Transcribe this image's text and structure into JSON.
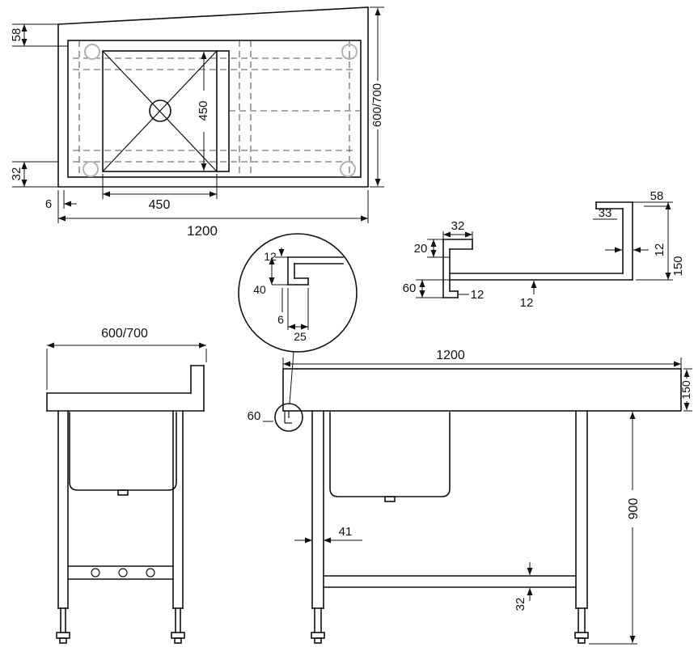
{
  "drawing_type": "sink-bench-technical-drawing",
  "views": {
    "plan": {
      "label_58": "58",
      "label_32": "32",
      "label_6": "6",
      "label_450_width": "450",
      "label_450_depth": "450",
      "label_1200": "1200",
      "label_600_700": "600/700"
    },
    "edge_detail": {
      "label_12": "12",
      "label_40": "40",
      "label_6": "6",
      "label_25": "25"
    },
    "section": {
      "label_32": "32",
      "label_20": "20",
      "label_60": "60",
      "label_12_hem": "12",
      "label_12_thickness": "12",
      "label_33": "33",
      "label_58": "58",
      "label_12_upstand": "12",
      "label_150": "150"
    },
    "side": {
      "label_600_700": "600/700"
    },
    "front": {
      "label_1200": "1200",
      "label_150": "150",
      "label_60": "60",
      "label_41": "41",
      "label_32": "32",
      "label_900": "900"
    }
  },
  "colors": {
    "line": "#111111",
    "hidden_line": "#555555",
    "leg_marker": "#b3b3b3",
    "background": "#ffffff"
  }
}
